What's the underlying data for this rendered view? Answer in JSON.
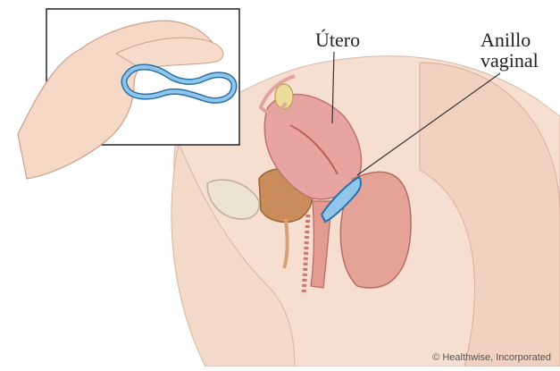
{
  "labels": {
    "uterus": "Útero",
    "ring_line1": "Anillo",
    "ring_line2": "vaginal"
  },
  "credit": "© Healthwise, Incorporated",
  "colors": {
    "skin": "#f3d6c4",
    "tissue": "#e9a99c",
    "ring": "#8fc6ea",
    "ring_outline": "#2a6fa8",
    "inset_border": "#222222"
  }
}
